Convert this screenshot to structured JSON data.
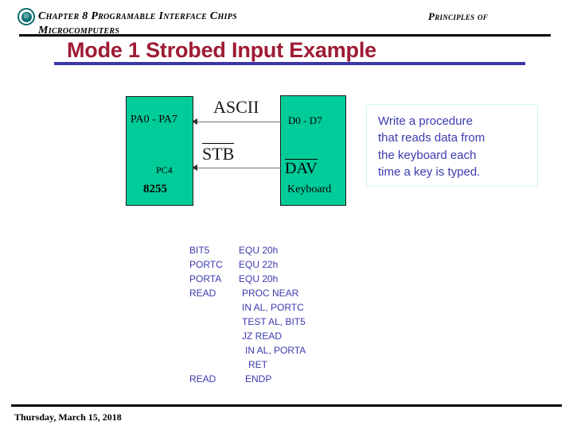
{
  "header": {
    "logo_icon": "seal-emblem-icon",
    "title_line1": "Chapter 8 Programable Interface Chips",
    "title_line2": "Microcomputers",
    "right_text": "Principles of"
  },
  "slide": {
    "title": "Mode 1 Strobed Input Example",
    "title_color": "#9e1b34",
    "underline_color": "#3b37a8"
  },
  "diagram": {
    "chip_color": "#00cc99",
    "chip_8255": {
      "port_a_label": "PA0 - PA7",
      "port_c_label": "PC4",
      "chip_name": "8255"
    },
    "chip_keyboard": {
      "data_label": "D0 - D7",
      "dav_label": "DAV",
      "device_name": "Keyboard"
    },
    "signals": {
      "data_bus_label": "ASCII",
      "strobe_label": "STB"
    }
  },
  "callout": {
    "border_color": "#d6f2f2",
    "text_color": "#3b3bb0",
    "lines": [
      "Write a procedure",
      "that reads data from",
      "the keyboard each",
      "time a key is typed."
    ]
  },
  "code": {
    "text_color": "#3b3bb0",
    "rows": [
      {
        "label": "BIT5",
        "op": "EQU 20h",
        "op_indent": 62
      },
      {
        "label": "PORTC",
        "op": "EQU 22h",
        "op_indent": 62
      },
      {
        "label": "PORTA",
        "op": "EQU 20h",
        "op_indent": 62
      },
      {
        "label": "READ",
        "op": "PROC NEAR",
        "op_indent": 66
      },
      {
        "label": "",
        "op": "IN AL, PORTC",
        "op_indent": 66
      },
      {
        "label": "",
        "op": "TEST AL, BIT5",
        "op_indent": 66
      },
      {
        "label": "",
        "op": "JZ  READ",
        "op_indent": 66
      },
      {
        "label": "",
        "op": "IN AL, PORTA",
        "op_indent": 70
      },
      {
        "label": "",
        "op": "RET",
        "op_indent": 74
      },
      {
        "label": "READ",
        "op": "ENDP",
        "op_indent": 70
      }
    ]
  },
  "footer": {
    "date": "Thursday, March 15, 2018"
  }
}
